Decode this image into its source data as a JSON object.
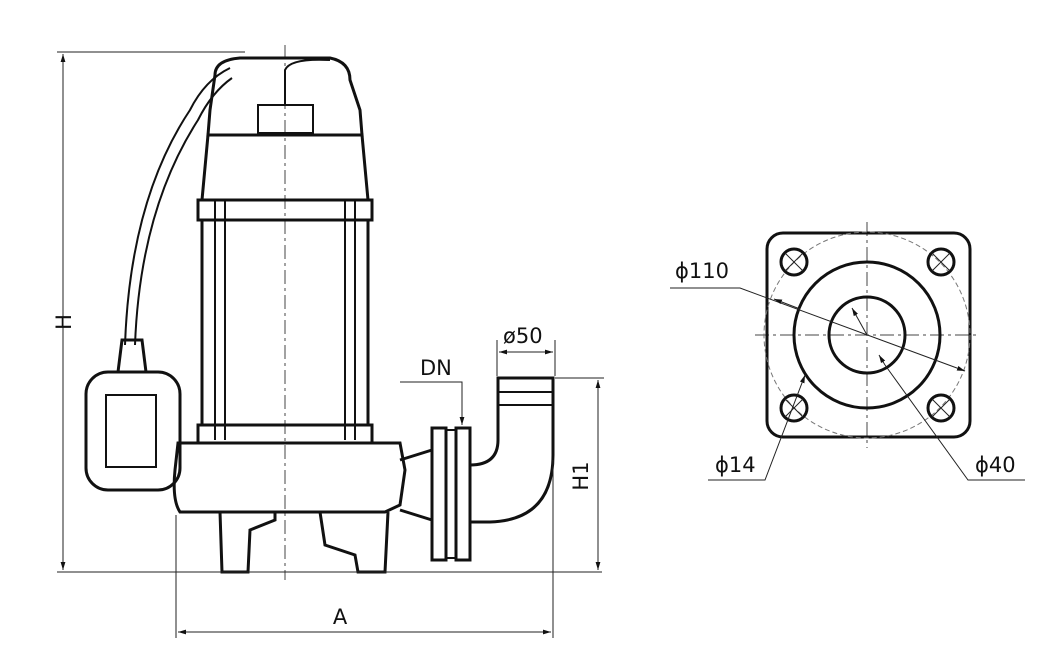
{
  "labels": {
    "height": "H",
    "width": "A",
    "outlet_height": "H1",
    "nominal_diameter": "DN",
    "outlet_diameter": "ø50",
    "flange_outer_diameter": "ϕ110",
    "bolt_hole_diameter": "ϕ14",
    "flange_inner_diameter": "ϕ40"
  }
}
